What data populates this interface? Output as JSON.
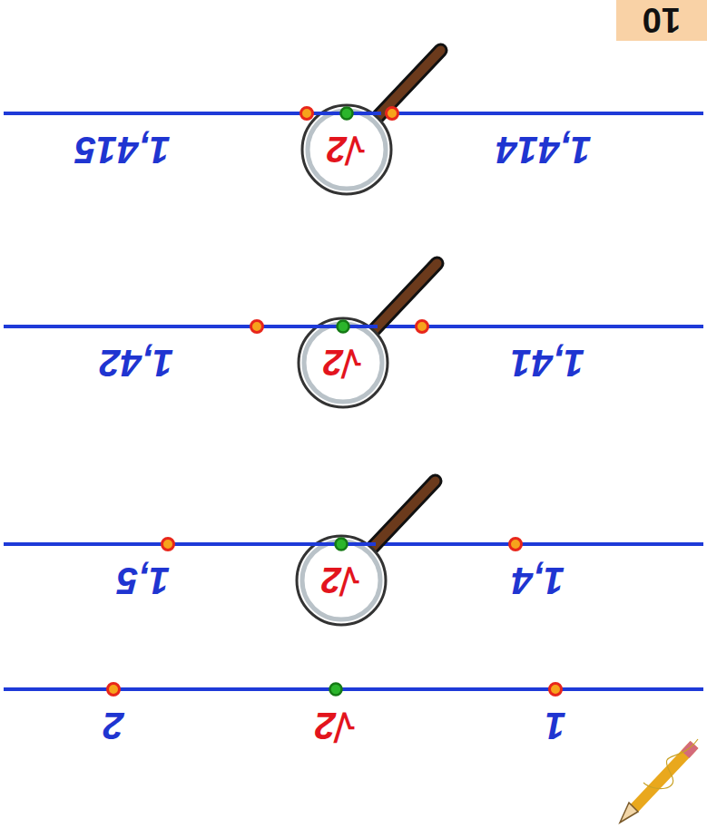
{
  "diagram": {
    "labels": [
      "1",
      "√2",
      "2",
      "1,4",
      "√2",
      "1,5",
      "1,41",
      "√2",
      "1,42",
      "1,414",
      "√2",
      "1,415",
      "10"
    ]
  }
}
